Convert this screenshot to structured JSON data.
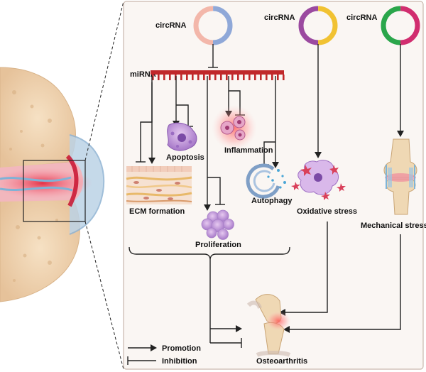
{
  "labels": {
    "circ1": "circRNA",
    "circ2": "circRNA",
    "circ3": "circRNA",
    "mirna": "miRNA",
    "apoptosis": "Apoptosis",
    "inflammation": "Inflammation",
    "ecm": "ECM formation",
    "autophagy": "Autophagy",
    "proliferation": "Proliferation",
    "oxidative": "Oxidative stress",
    "mechanical": "Mechanical stress",
    "osteoarthritis": "Osteoarthritis",
    "promotion": "Promotion",
    "inhibition": "Inhibition"
  },
  "colors": {
    "mirna_red": "#c0282a",
    "panel_bg": "#faf6f3",
    "circ1": [
      "#f3b7aa",
      "#8fa8d8"
    ],
    "circ2": [
      "#9b4aa0",
      "#f1c232"
    ],
    "circ3": [
      "#2aa64b",
      "#d12d6f"
    ]
  }
}
